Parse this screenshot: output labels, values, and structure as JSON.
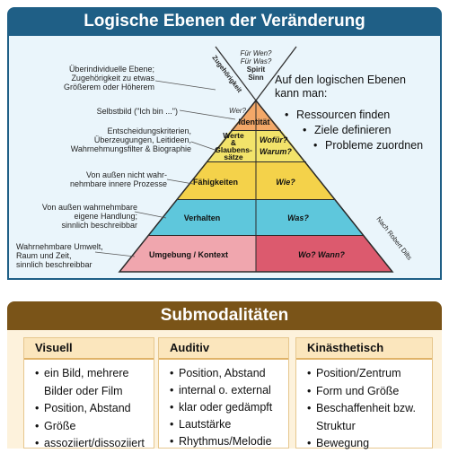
{
  "colors": {
    "header_blue": "#1f5f86",
    "header_brown": "#7a5418",
    "level_identity": "#f3a868",
    "level_values": "#f2e36a",
    "level_abilities": "#f4d24a",
    "level_behavior": "#5ec7dc",
    "level_environment_left": "#f0a6ae",
    "level_environment_right": "#dc5a6e"
  },
  "section1": {
    "title": "Logische Ebenen der Veränderung",
    "cross_top": {
      "line1": "Für Wen?",
      "line2": "Für Was?",
      "line3": "Spirit",
      "line4": "Sinn"
    },
    "side_label": "Zugehörigkeit",
    "credit": "Nach Robert Dilts",
    "levels": [
      {
        "name": "Identität",
        "question": "Wer?"
      },
      {
        "name_lines": [
          "Werte",
          "&",
          "Glaubens-",
          "sätze"
        ],
        "question_lines": [
          "Wofür?",
          "Warum?"
        ]
      },
      {
        "name": "Fähigkeiten",
        "question": "Wie?"
      },
      {
        "name": "Verhalten",
        "question": "Was?"
      },
      {
        "name": "Umgebung / Kontext",
        "question": "Wo? Wann?"
      }
    ],
    "left_descriptions": [
      [
        "Überindividuelle Ebene;",
        "Zugehörigkeit zu etwas",
        "Größerem oder Höherem"
      ],
      [
        "Selbstbild (\"Ich bin ...\")"
      ],
      [
        "Entscheidungskriterien,",
        "Überzeugungen, Leitideen,",
        "Wahrnehmungsfilter & Biographie"
      ],
      [
        "Von außen nicht wahr-",
        "nehmbare innere Prozesse"
      ],
      [
        "Von außen wahrnehmbare",
        "eigene Handlung;",
        "sinnlich beschreibbar"
      ],
      [
        "Wahrnehmbare Umwelt,",
        "Raum und Zeit,",
        "sinnlich beschreibbar"
      ]
    ],
    "intro_lines": [
      "Auf den logischen Ebenen",
      "kann man:"
    ],
    "bullets": [
      "Ressourcen finden",
      "Ziele definieren",
      "Probleme zuordnen"
    ]
  },
  "section2": {
    "title": "Submodalitäten",
    "columns": [
      {
        "title": "Visuell",
        "items": [
          "ein Bild, mehrere Bilder oder Film",
          "Position, Abstand",
          "Größe",
          "assoziiert/dissoziiert"
        ]
      },
      {
        "title": "Auditiv",
        "items": [
          "Position, Abstand",
          "internal o. external",
          "klar oder gedämpft",
          "Lautstärke",
          "Rhythmus/Melodie"
        ]
      },
      {
        "title": "Kinästhetisch",
        "items": [
          "Position/Zentrum",
          "Form und Größe",
          "Beschaffenheit bzw. Struktur",
          "Bewegung"
        ]
      }
    ]
  }
}
